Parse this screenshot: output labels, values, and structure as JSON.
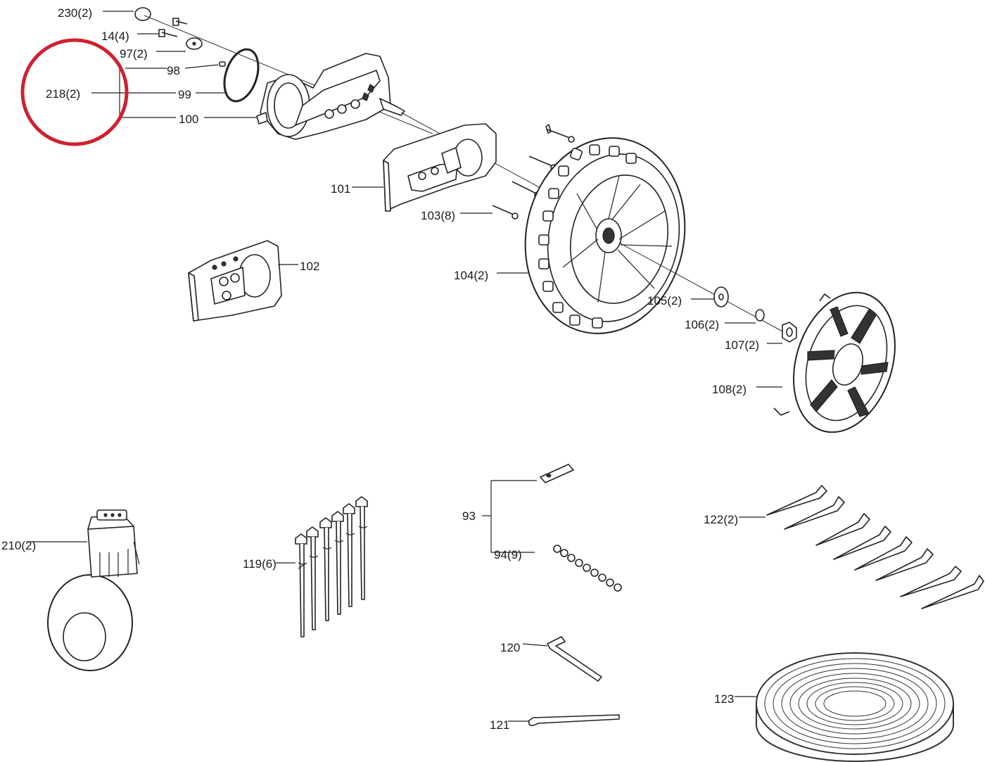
{
  "labels": {
    "l230": "230(2)",
    "l14": "14(4)",
    "l97": "97(2)",
    "l98": "98",
    "l218": "218(2)",
    "l99": "99",
    "l100": "100",
    "l101": "101",
    "l102": "102",
    "l103": "103(8)",
    "l104": "104(2)",
    "l105": "105(2)",
    "l106": "106(2)",
    "l107": "107(2)",
    "l108": "108(2)",
    "l93": "93",
    "l94": "94(9)",
    "l210": "210(2)",
    "l119": "119(6)",
    "l120": "120",
    "l121": "121",
    "l122": "122(2)",
    "l123": "123"
  },
  "colors": {
    "highlight": "#d0202e",
    "line": "#222222"
  }
}
